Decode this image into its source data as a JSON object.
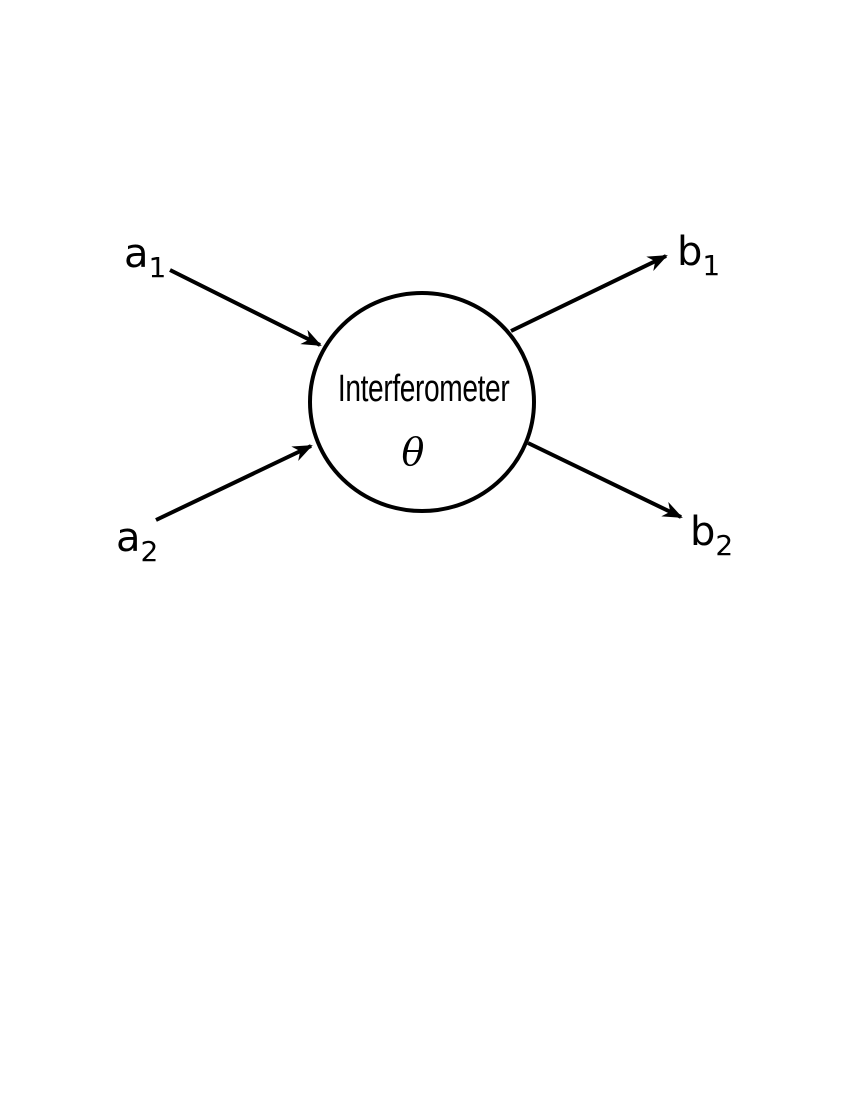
{
  "diagram": {
    "node": {
      "title": "Interferometer",
      "parameter": "θ"
    },
    "inputs": [
      {
        "base": "a",
        "sub": "1"
      },
      {
        "base": "a",
        "sub": "2"
      }
    ],
    "outputs": [
      {
        "base": "b",
        "sub": "1"
      },
      {
        "base": "b",
        "sub": "2"
      }
    ],
    "colors": {
      "stroke": "#000000",
      "background": "#ffffff"
    }
  }
}
